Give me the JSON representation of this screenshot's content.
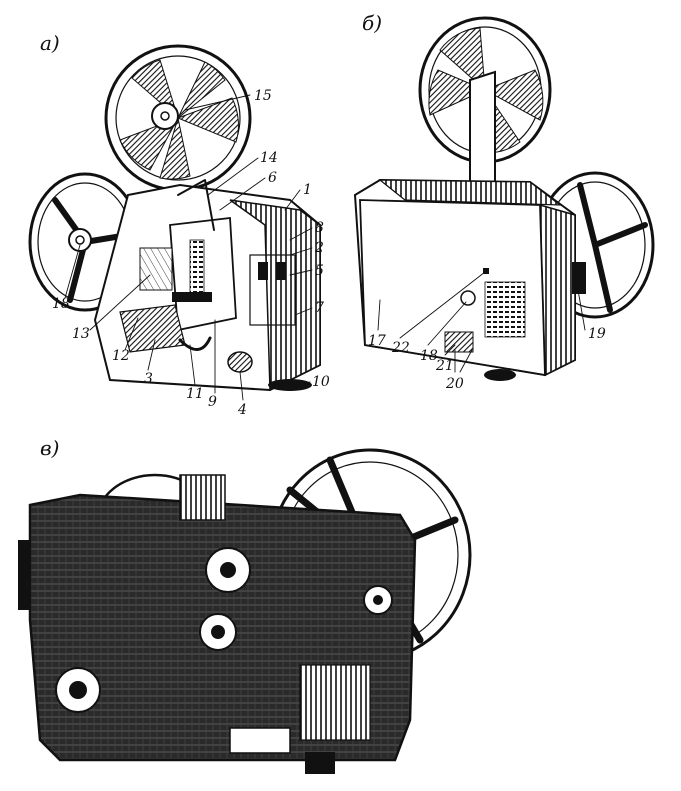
{
  "panels": [
    {
      "letter": "а)",
      "callouts": [
        "15",
        "14",
        "6",
        "1",
        "8",
        "2",
        "5",
        "7",
        "18",
        "13",
        "12",
        "3",
        "11",
        "9",
        "4",
        "10"
      ]
    },
    {
      "letter": "б)",
      "callouts": [
        "17",
        "22",
        "18",
        "21",
        "20",
        "19"
      ]
    },
    {
      "letter": "в)",
      "callouts": []
    }
  ],
  "ink_color": "#111111"
}
